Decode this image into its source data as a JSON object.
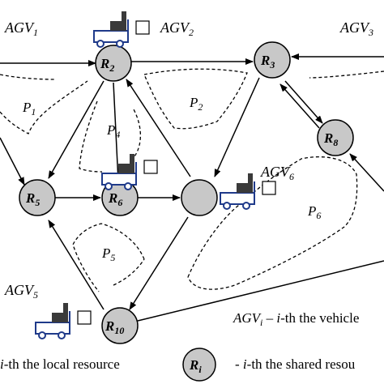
{
  "agvs": [
    {
      "label": "AGV",
      "sub": "1"
    },
    {
      "label": "AGV",
      "sub": "2"
    },
    {
      "label": "AGV",
      "sub": "3"
    },
    {
      "label": "AGV",
      "sub": "5"
    },
    {
      "label": "AGV",
      "sub": "6"
    }
  ],
  "resources": [
    {
      "label": "R",
      "sub": "2"
    },
    {
      "label": "R",
      "sub": "3"
    },
    {
      "label": "R",
      "sub": "5"
    },
    {
      "label": "R",
      "sub": "6"
    },
    {
      "label": "R",
      "sub": "8"
    },
    {
      "label": "R",
      "sub": "10"
    }
  ],
  "paths": [
    {
      "label": "P",
      "sub": "1"
    },
    {
      "label": "P",
      "sub": "2"
    },
    {
      "label": "P",
      "sub": "4"
    },
    {
      "label": "P",
      "sub": "5"
    },
    {
      "label": "P",
      "sub": "6"
    }
  ],
  "legend": {
    "agv_text_main": "AGV",
    "agv_text_sub": "i",
    "agv_text_rest_a": " – ",
    "agv_text_rest_b": "i",
    "agv_text_rest_c": "-th the vehicle",
    "local_text_a": "i",
    "local_text_b": "-th the local resource",
    "shared_symbol_main": "R",
    "shared_symbol_sub": "i",
    "shared_text_a": "- ",
    "shared_text_b": "i",
    "shared_text_c": "-th  the shared resou"
  },
  "colors": {
    "shared_fill": "#c8c8c8",
    "agv_body": "#1f3a8a",
    "agv_cargo": "#3a3a3a",
    "line": "#000000"
  }
}
